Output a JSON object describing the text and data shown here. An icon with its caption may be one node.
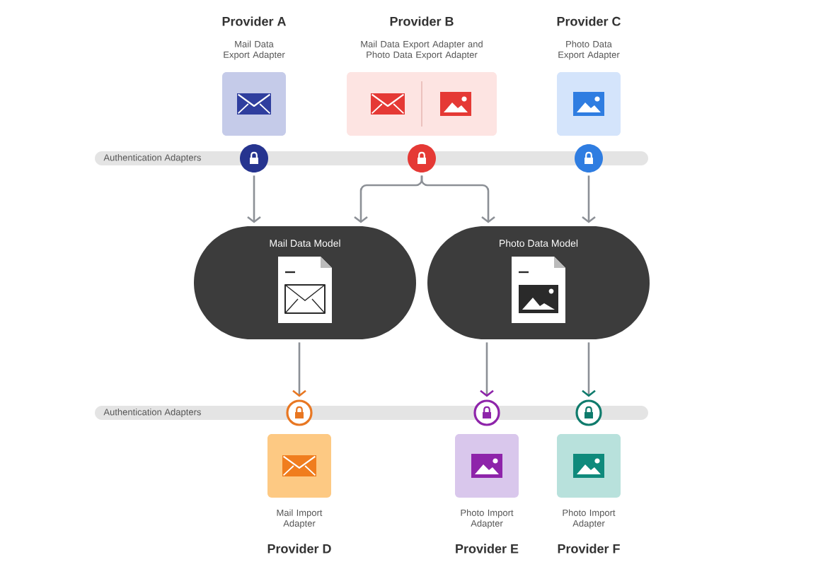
{
  "diagram": {
    "nodes": [
      {
        "text": [
          "Provider A",
          "Mail Data Export Adapter"
        ]
      },
      {
        "text": [
          "Provider B",
          "Mail Data Export Adapter and Photo Data Export Adapter"
        ]
      },
      {
        "text": [
          "Provider C",
          "Photo Data Export Adapter"
        ]
      },
      {
        "text": [
          "Authentication Adapters"
        ]
      },
      {
        "text": [],
        "shape": "circle"
      },
      {
        "text": [],
        "shape": "circle"
      },
      {
        "text": [],
        "shape": "circle"
      },
      {
        "text": [
          "Mail Data Model"
        ]
      },
      {
        "text": [
          "Photo Data Model"
        ]
      },
      {
        "text": [
          "Authentication Adapters"
        ]
      },
      {
        "text": [],
        "shape": "circle"
      },
      {
        "text": [],
        "shape": "circle"
      },
      {
        "text": [],
        "shape": "circle"
      },
      {
        "text": [
          "Mail Import Adapter",
          "Provider D"
        ]
      },
      {
        "text": [
          "Photo Import Adapter",
          "Provider E"
        ]
      },
      {
        "text": [
          "Photo Import Adapter",
          "Provider F"
        ]
      }
    ],
    "edges": [
      {
        "from": 4,
        "to": 7,
        "arrow": "to"
      },
      {
        "from": 5,
        "to": 7,
        "arrow": "to"
      },
      {
        "from": 5,
        "to": 8,
        "arrow": "to"
      },
      {
        "from": 6,
        "to": 8,
        "arrow": "to"
      },
      {
        "from": 7,
        "to": 10,
        "arrow": "to"
      },
      {
        "from": 8,
        "to": 11,
        "arrow": "to"
      },
      {
        "from": 8,
        "to": 12,
        "arrow": "to"
      }
    ]
  }
}
